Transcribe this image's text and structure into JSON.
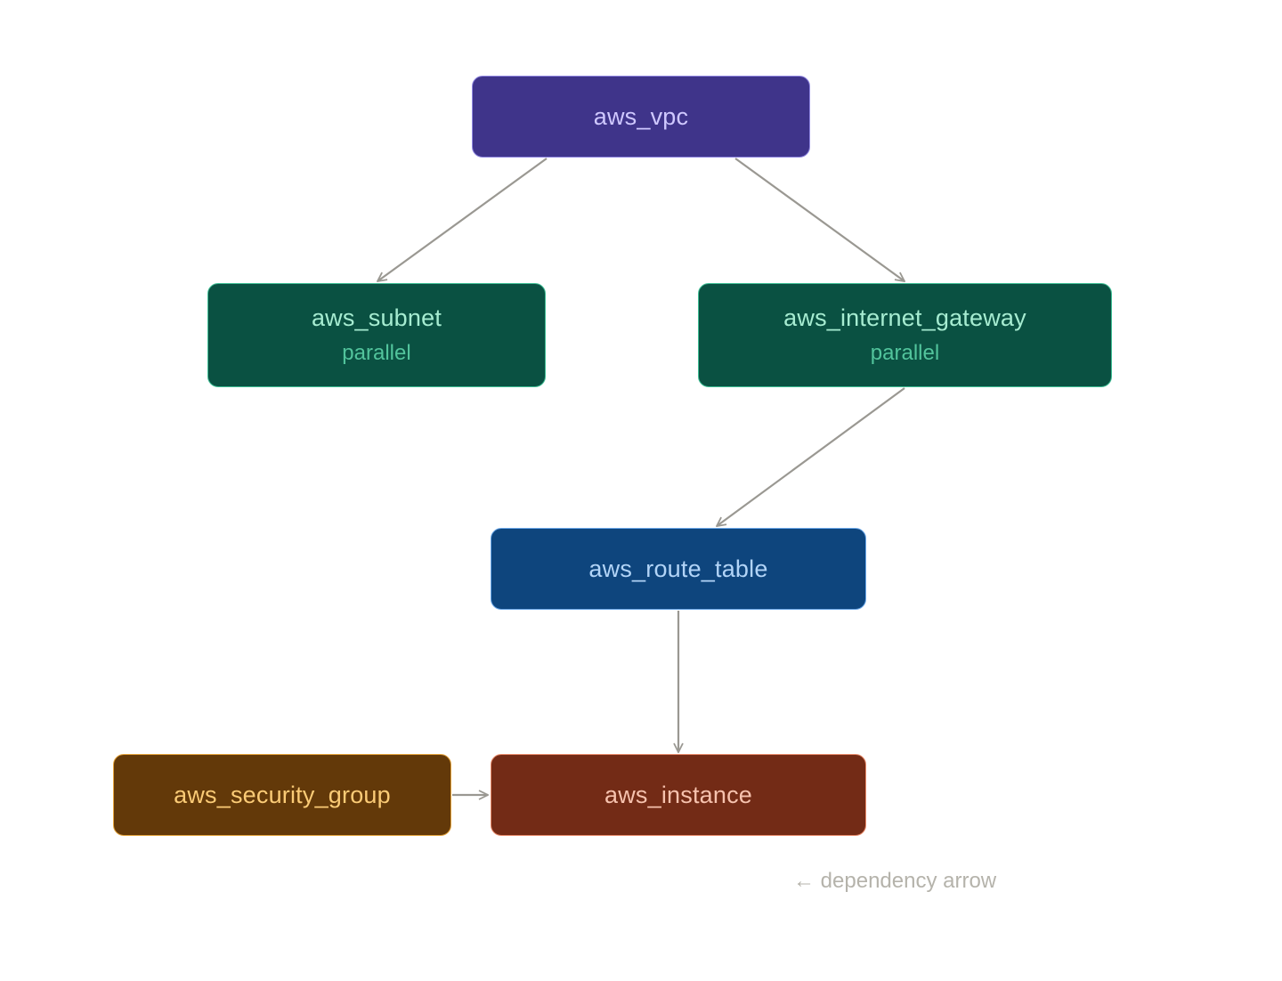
{
  "diagram": {
    "type": "dependency-graph",
    "edge_color": "#9a9892",
    "nodes": [
      {
        "id": "vpc",
        "label": "aws_vpc",
        "sublabel": null,
        "fill": "#3f348a",
        "border": "#8f86e0",
        "text": "#cfc8ff",
        "subtext": null
      },
      {
        "id": "subnet",
        "label": "aws_subnet",
        "sublabel": "parallel",
        "fill": "#0a5142",
        "border": "#3fbf95",
        "text": "#a6ecd1",
        "subtext": "#52c49c"
      },
      {
        "id": "igw",
        "label": "aws_internet_gateway",
        "sublabel": "parallel",
        "fill": "#0a5142",
        "border": "#3fbf95",
        "text": "#a6ecd1",
        "subtext": "#52c49c"
      },
      {
        "id": "rt",
        "label": "aws_route_table",
        "sublabel": null,
        "fill": "#0e457d",
        "border": "#6aa7e8",
        "text": "#b2d4f7",
        "subtext": null
      },
      {
        "id": "sg",
        "label": "aws_security_group",
        "sublabel": null,
        "fill": "#633909",
        "border": "#e3a23a",
        "text": "#fbcb76",
        "subtext": null
      },
      {
        "id": "inst",
        "label": "aws_instance",
        "sublabel": null,
        "fill": "#732b16",
        "border": "#e88a6a",
        "text": "#f6c2ae",
        "subtext": null
      }
    ],
    "edges": [
      {
        "from": "vpc",
        "to": "subnet"
      },
      {
        "from": "vpc",
        "to": "igw"
      },
      {
        "from": "igw",
        "to": "rt"
      },
      {
        "from": "rt",
        "to": "inst"
      },
      {
        "from": "sg",
        "to": "inst"
      }
    ],
    "legend": {
      "arrow_glyph": "←",
      "text": "dependency arrow",
      "color": "#b5b3ab"
    }
  }
}
